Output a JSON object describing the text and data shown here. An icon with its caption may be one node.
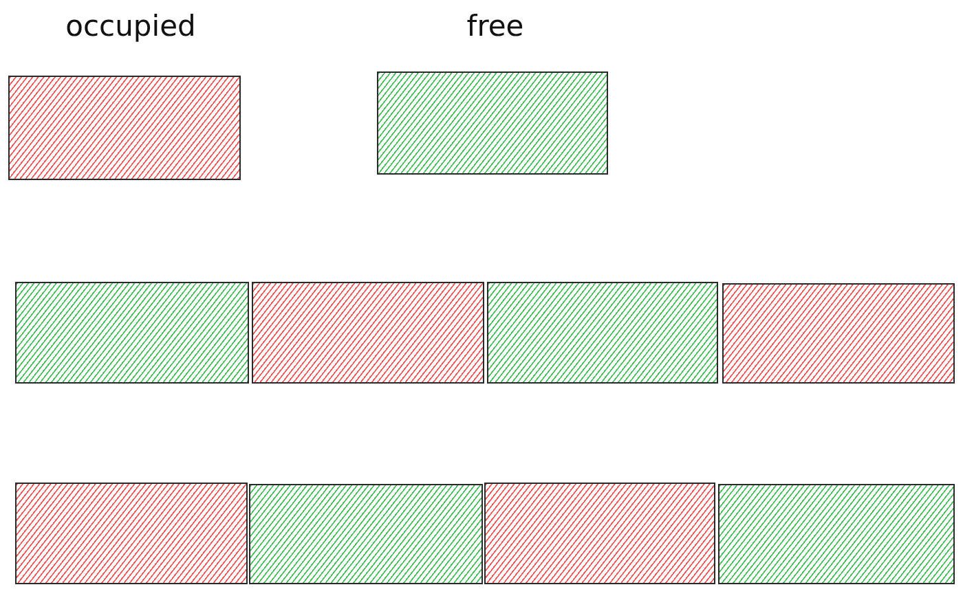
{
  "diagram": {
    "nodes": [
      {
        "text": [],
        "shape": "box"
      },
      {
        "text": [],
        "shape": "box"
      },
      {
        "text": [],
        "shape": "box"
      },
      {
        "text": [],
        "shape": "box"
      },
      {
        "text": [],
        "shape": "box"
      },
      {
        "text": [],
        "shape": "box"
      },
      {
        "text": [],
        "shape": "box"
      },
      {
        "text": [],
        "shape": "box"
      }
    ],
    "legend": [
      {
        "text": "occupied",
        "color": "#fa5252"
      },
      {
        "text": "free",
        "color": "#40c057"
      }
    ]
  }
}
